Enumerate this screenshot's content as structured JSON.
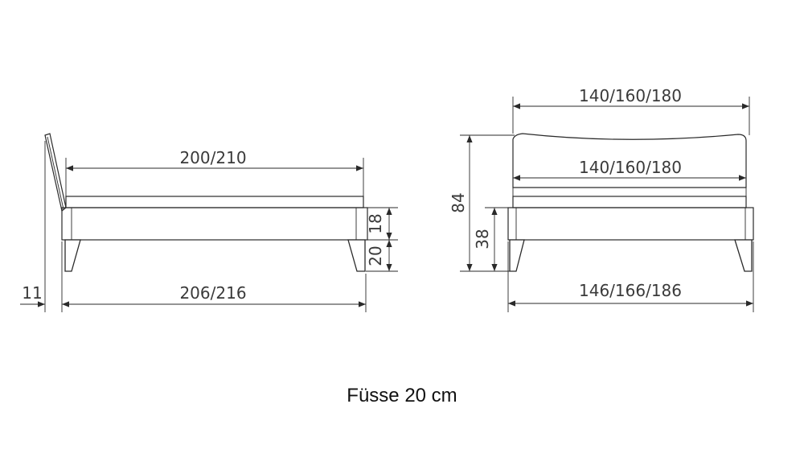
{
  "side_view": {
    "length_inner": "200/210",
    "length_total": "206/216",
    "headboard_thickness": "11",
    "frame_height": "18",
    "leg_height": "20"
  },
  "front_view": {
    "headboard_width": "140/160/180",
    "mattress_width": "140/160/180",
    "total_width": "146/166/186",
    "total_height": "84",
    "frame_top_height": "38"
  },
  "caption": "Füsse 20 cm"
}
